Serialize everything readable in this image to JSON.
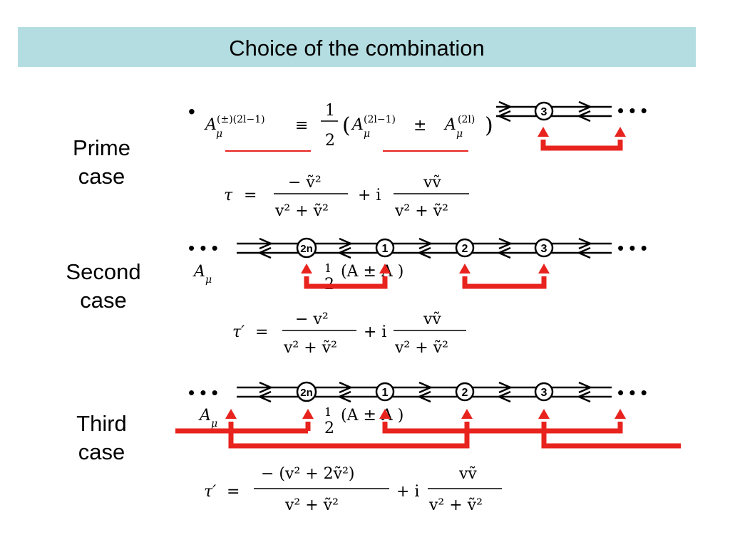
{
  "title": "Choice of the combination",
  "cases": {
    "prime": {
      "label_line1": "Prime",
      "label_line2": "case",
      "formula_lhs": "A",
      "formula_lhs_sub": "μ",
      "formula_lhs_sup": "(±)(2l−1)",
      "formula_equiv": "≡",
      "formula_half_num": "1",
      "formula_half_den": "2",
      "formula_term1_sup": "(2l−1)",
      "formula_pm": "±",
      "formula_term2_sup": "(2l)",
      "tau_lhs": "τ",
      "tau_eq": "=",
      "tau_num1": "−  ṽ²",
      "tau_den1": "v² + ṽ²",
      "tau_plus_i": "+ i",
      "tau_num2": "vṽ",
      "tau_den2": "v² + ṽ²",
      "nodes": [
        "3"
      ]
    },
    "second": {
      "label_line1": "Second",
      "label_line2": "case",
      "formula_text": "(A   ± A    )",
      "half_num": "1",
      "half_den": "2",
      "tau_lhs": "τ′",
      "tau_eq": "=",
      "tau_num1": "−  v²",
      "tau_den1": "v² + ṽ²",
      "tau_plus_i": "+ i",
      "tau_num2": "vṽ",
      "tau_den2": "v² + ṽ²",
      "nodes": [
        "2n",
        "1",
        "2",
        "3"
      ]
    },
    "third": {
      "label_line1": "Third",
      "label_line2": "case",
      "formula_text": "(A   ± A    )",
      "half_num": "1",
      "half_den": "2",
      "tau_lhs": "τ′",
      "tau_eq": "=",
      "tau_num1": "−  (v² + 2ṽ²)",
      "tau_den1": "v² + ṽ²",
      "tau_plus_i": "+ i",
      "tau_num2": "vṽ",
      "tau_den2": "v² + ṽ²",
      "nodes": [
        "2n",
        "1",
        "2",
        "3"
      ]
    }
  },
  "bullet": "•",
  "ellipsis": "• • •",
  "colors": {
    "title_bg": "#b4dde1",
    "arrow_red": "#e8231e",
    "line": "#000000"
  }
}
